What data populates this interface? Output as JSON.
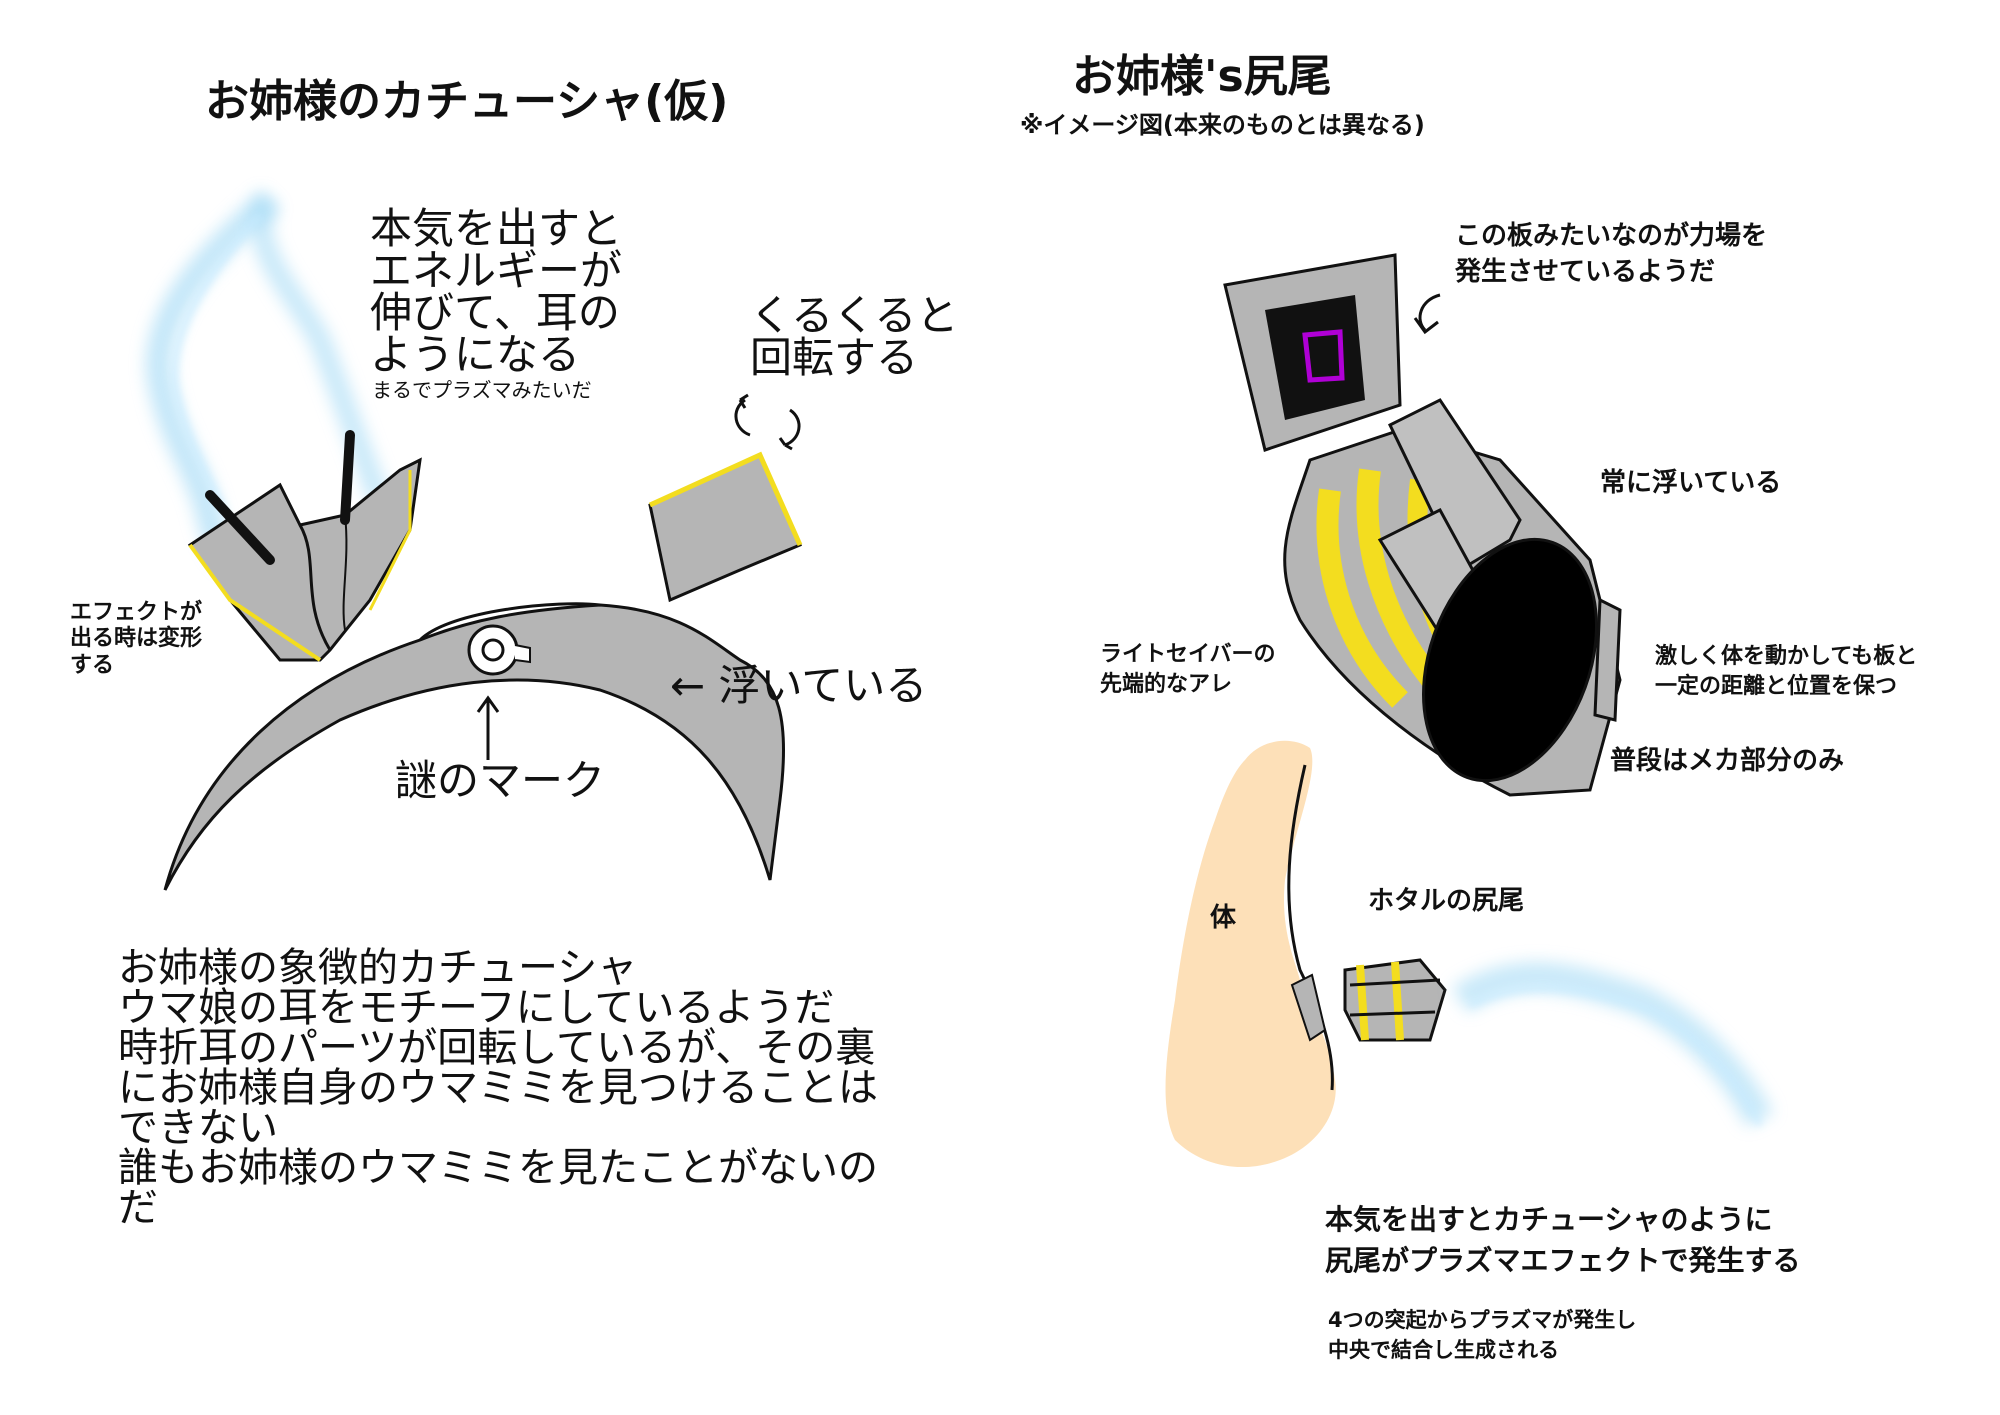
{
  "left": {
    "title": "お姉様のカチューシャ(仮)",
    "energy_note": "本気を出すと\nエネルギーが\n伸びて、耳の\nようになる",
    "plasma_note": "まるでプラズマみたいだ",
    "spin_note": "くるくると\n回転する",
    "effect_note": "エフェクトが\n出る時は変形\nする",
    "floating_label": "← 浮いている",
    "mark_label": "謎のマーク",
    "description": "お姉様の象徴的カチューシャ\nウマ娘の耳をモチーフにしているようだ\n時折耳のパーツが回転しているが、その裏\nにお姉様自身のウマミミを見つけることは\nできない\n誰もお姉様のウマミミを見たことがないの\nだ"
  },
  "right": {
    "title": "お姉様's尻尾",
    "subtitle": "※イメージ図(本来のものとは異なる)",
    "plate_note": "この板みたいなのが力場を\n発生させているようだ",
    "always_floating": "常に浮いている",
    "saber_note": "ライトセイバーの\n先端的なアレ",
    "distance_note": "激しく体を動かしても板と\n一定の距離と位置を保つ",
    "mecha_only": "普段はメカ部分のみ",
    "body_label": "体",
    "hotaru_tail": "ホタルの尻尾",
    "full_power_note": "本気を出すとカチューシャのように\n尻尾がプラズマエフェクトで発生する",
    "generation_note": "4つの突起からプラズマが発生し\n中央で結合し生成される"
  },
  "colors": {
    "gray": "#b5b5b5",
    "yellow": "#f3dd1f",
    "magenta": "#b000d6",
    "skin": "#fde0b8",
    "plasma": "#9fd8f5"
  }
}
